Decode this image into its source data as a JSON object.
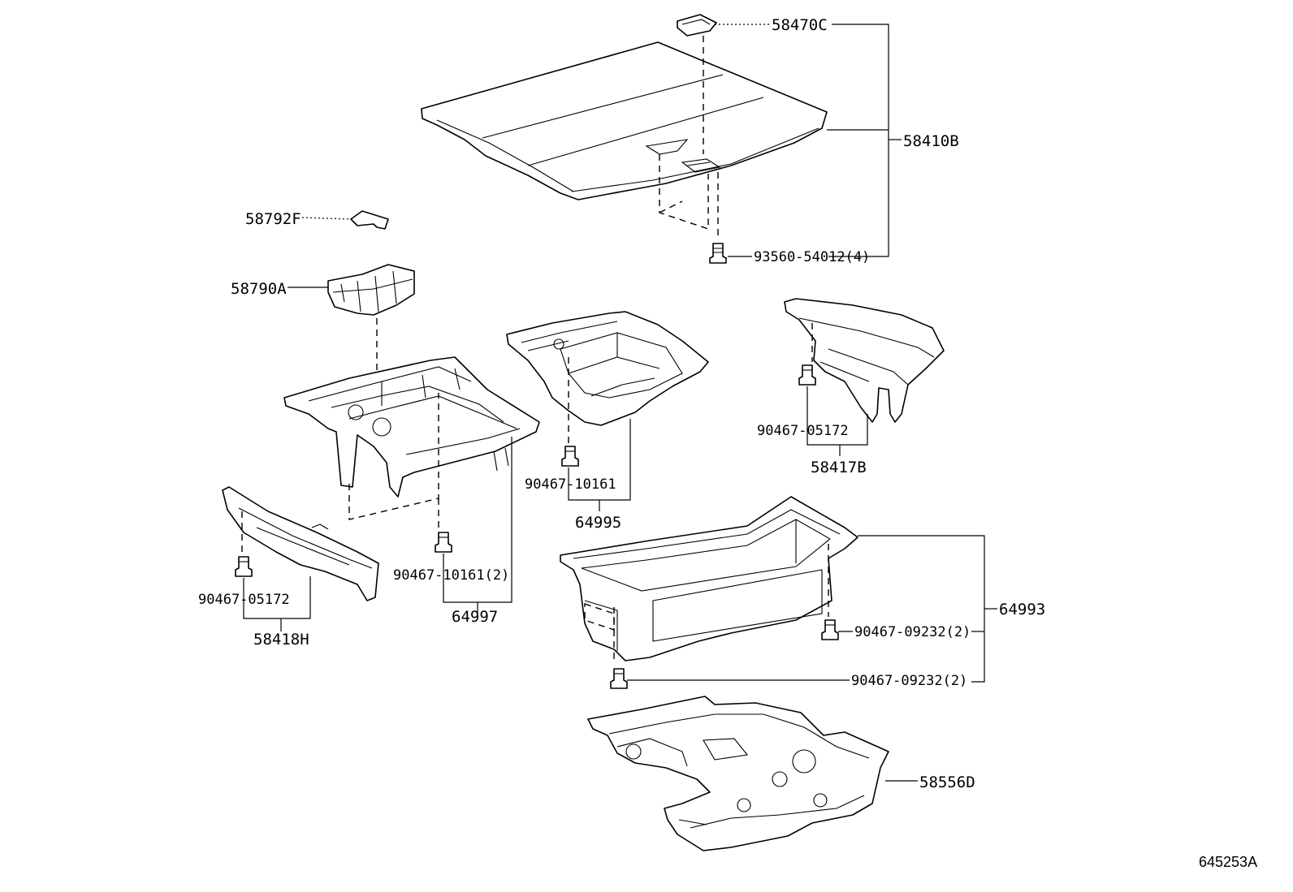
{
  "diagram": {
    "labels": {
      "p58470C": "58470C",
      "p58410B": "58410B",
      "p58792F": "58792F",
      "p58790A": "58790A",
      "p93560": "93560-54012(4)",
      "p90467_05172_r": "90467-05172",
      "p58417B": "58417B",
      "p90467_10161": "90467-10161",
      "p64995": "64995",
      "p90467_10161_2": "90467-10161(2)",
      "p64997": "64997",
      "p90467_05172_l": "90467-05172",
      "p58418H": "58418H",
      "p64993": "64993",
      "p90467_09232_a": "90467-09232(2)",
      "p90467_09232_b": "90467-09232(2)",
      "p58556D": "58556D"
    },
    "reference_number": "645253A"
  }
}
